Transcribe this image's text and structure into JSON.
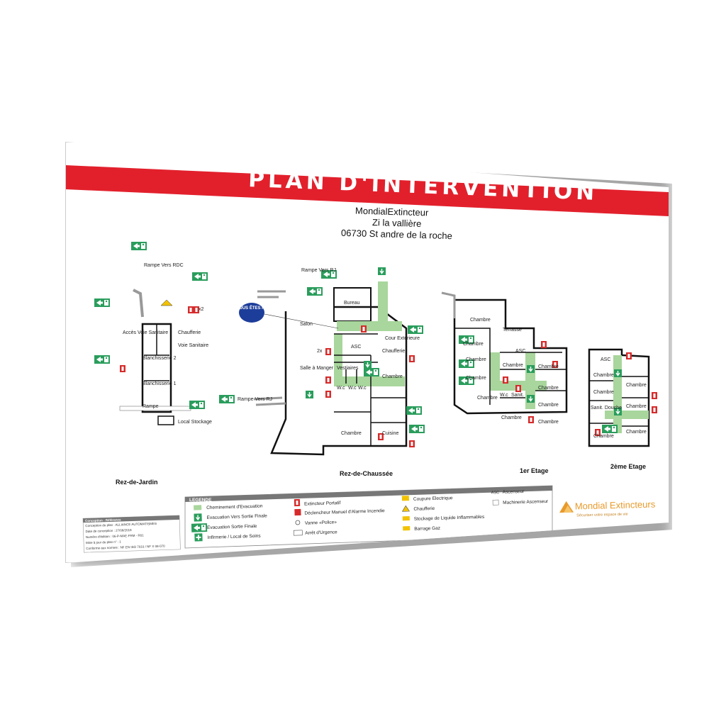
{
  "title": "PLAN D'INTERVENTION",
  "address": [
    "MondialExtincteur",
    "Zi la vallière",
    "06730 St andre de la roche"
  ],
  "colors": {
    "banner": "#e2202c",
    "evac_green": "#2a9d5c",
    "corridor": "#a8d69c",
    "you_are_here": "#1d3d9a",
    "extinguisher": "#d62b2b",
    "brand": "#e89a2a"
  },
  "you_are_here": "VOUS ÊTES ICI",
  "floors": {
    "rez_jardin": {
      "label": "Rez-de-Jardin",
      "rooms": [
        "Rampe Vers RDC",
        "Accès Voie Sanitaire",
        "Chaufferie",
        "Voie Sanitaire",
        "Blanchisserie 2",
        "Blanchisserie 1",
        "Rampe",
        "Local Stockage"
      ],
      "count_badge": "x2"
    },
    "rez_chaussee": {
      "label": "Rez-de-Chaussée",
      "rooms": [
        "Rampe Vers RJ",
        "Bureau",
        "Salon",
        "Cour Extérieure",
        "Salle à Manger",
        "Vestiaires",
        "W.c",
        "W.c",
        "W.c",
        "Chambre",
        "Chambre",
        "Cuisine",
        "Chaufferie",
        "Rampe Vers RJ",
        "ASC"
      ],
      "count_badge": "2x"
    },
    "etage_1": {
      "label": "1er Etage",
      "rooms": [
        "Chambre",
        "Terrasse",
        "Chambre",
        "ASC",
        "Chambre",
        "Chambre",
        "Chambre",
        "W.c",
        "Sanit.",
        "Chambre",
        "Chambre",
        "Chambre",
        "Chambre",
        "Chambre",
        "Chambre"
      ]
    },
    "etage_2": {
      "label": "2ème Etage",
      "rooms": [
        "ASC",
        "Chambre",
        "Chambre",
        "Chambre",
        "Sanit. Douche",
        "Chambre",
        "Chambre",
        "Chambre"
      ]
    }
  },
  "legend": {
    "heading": "LEGENDE",
    "items": [
      "Cheminement d'Evacuation",
      "Evacuation Vers Sortie Finale",
      "Evacuation Sortie Finale",
      "Infirmerie / Local de Soins",
      "Extincteur Portatif",
      "Déclencheur Manuel d'Alarme Incendie",
      "Vanne «Police»",
      "Arrêt d'Urgence",
      "Coupure Electrique",
      "Chaufferie",
      "Stockage de Liquide Inflammables",
      "Barrage Gaz",
      "Ascenseur",
      "Machinerie Ascenseur"
    ],
    "asc_abbrev": "ASC"
  },
  "info_box": {
    "heading": "Conception - Référence",
    "lines": [
      "Conception du plan : ALLIANCE AUTOMATISMES",
      "Date de conception : 27/08/2018",
      "Numéro d'édition : 06-P-MAE-FRM - R01",
      "Mise à jour du plan n° : 1",
      "Conforme aux normes : NF EN ISO 7010 / NF X 08-070"
    ]
  },
  "brand": {
    "name": "Mondial Extincteurs",
    "tagline": "Sécuriser votre espace de vie"
  }
}
